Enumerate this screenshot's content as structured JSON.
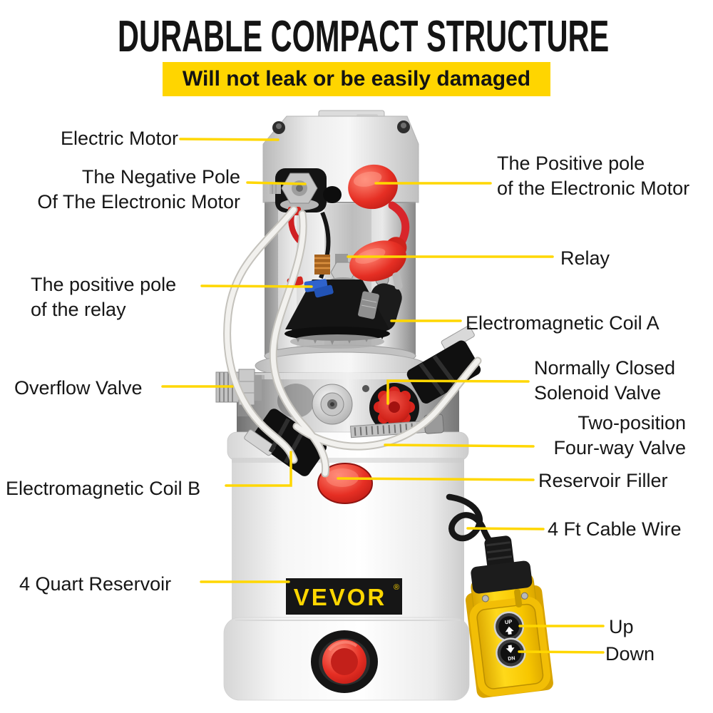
{
  "header": {
    "title": "DURABLE COMPACT STRUCTURE",
    "subtitle": "Will not leak or be easily damaged"
  },
  "labels": {
    "electric_motor": "Electric Motor",
    "negative_pole_motor": [
      "The Negative Pole",
      "Of The Electronic Motor"
    ],
    "positive_pole_motor": [
      "The Positive pole",
      "of the Electronic Motor"
    ],
    "relay": "Relay",
    "positive_pole_relay": [
      "The positive pole",
      "of the relay"
    ],
    "electromagnetic_coil_a": "Electromagnetic Coil A",
    "overflow_valve": "Overflow Valve",
    "normally_closed_solenoid_valve": [
      "Normally Closed",
      "Solenoid Valve"
    ],
    "two_position_four_way_valve": [
      "Two-position",
      "Four-way Valve"
    ],
    "electromagnetic_coil_b": "Electromagnetic Coil B",
    "reservoir_filler": "Reservoir Filler",
    "cable_wire": "4 Ft Cable Wire",
    "quart_reservoir": "4 Quart Reservoir",
    "up": "Up",
    "down": "Down"
  },
  "product": {
    "brand": "VEVOR",
    "brand_mark": "®",
    "pendant": {
      "up_button": "UP",
      "down_button": "DN"
    }
  },
  "colors": {
    "banner_yellow": "#FFD500",
    "leader_yellow": "#FFD700",
    "brand_yellow": "#FFD700",
    "cap_red": "#E02A20",
    "pendant_yellow": "#F7C600"
  }
}
